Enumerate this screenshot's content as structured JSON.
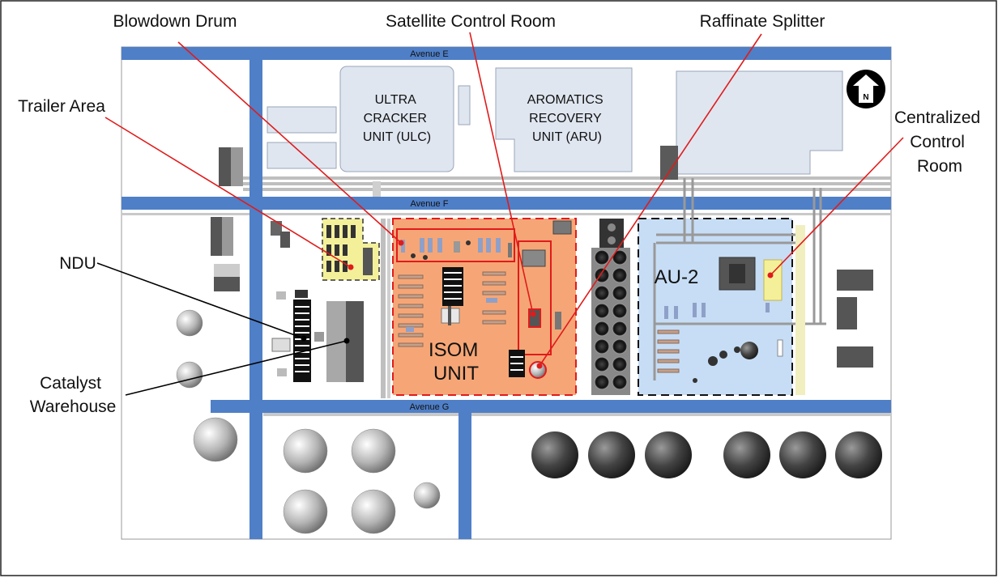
{
  "callouts": {
    "blowdown": "Blowdown Drum",
    "satellite": "Satellite Control Room",
    "raffinate": "Raffinate Splitter",
    "trailer": "Trailer Area",
    "centralized": [
      "Centralized",
      "Control",
      "Room"
    ],
    "ndu": "NDU",
    "catalyst": [
      "Catalyst",
      "Warehouse"
    ]
  },
  "avenues": {
    "e": "Avenue E",
    "f": "Avenue F",
    "g": "Avenue G"
  },
  "units": {
    "ulc": [
      "ULTRA",
      "CRACKER",
      "UNIT (ULC)"
    ],
    "aru": [
      "AROMATICS",
      "RECOVERY",
      "UNIT (ARU)"
    ],
    "isom": [
      "ISOM",
      "UNIT"
    ],
    "au2": "AU-2"
  },
  "north_arrow": "N",
  "colors": {
    "road": "#4f7fc7",
    "isom_fill": "#f6a676",
    "au2_fill": "#c6ddf5",
    "trailer_fill": "#f4f09a",
    "building": "#dfe6f0",
    "callout_red": "#e01b1b",
    "callout_black": "#000000"
  }
}
